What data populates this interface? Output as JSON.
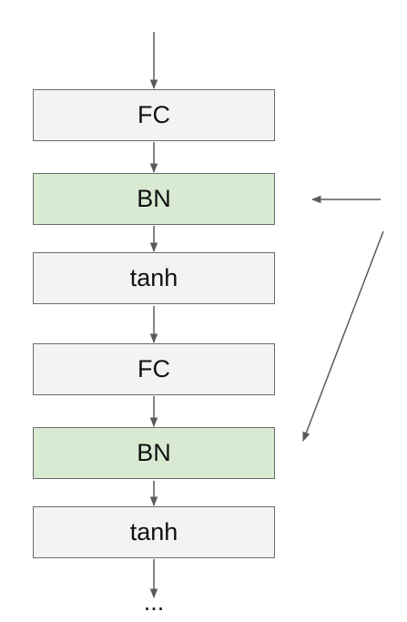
{
  "blocks": [
    {
      "label": "FC",
      "kind": "fc",
      "fill": "#f3f3f3"
    },
    {
      "label": "BN",
      "kind": "bn",
      "fill": "#d9ead3"
    },
    {
      "label": "tanh",
      "kind": "activation",
      "fill": "#f3f3f3"
    },
    {
      "label": "FC",
      "kind": "fc",
      "fill": "#f3f3f3"
    },
    {
      "label": "BN",
      "kind": "bn",
      "fill": "#d9ead3"
    },
    {
      "label": "tanh",
      "kind": "activation",
      "fill": "#f3f3f3"
    }
  ],
  "continuation": "...",
  "colors": {
    "stroke": "#6b6b6b",
    "text": "#111111"
  }
}
